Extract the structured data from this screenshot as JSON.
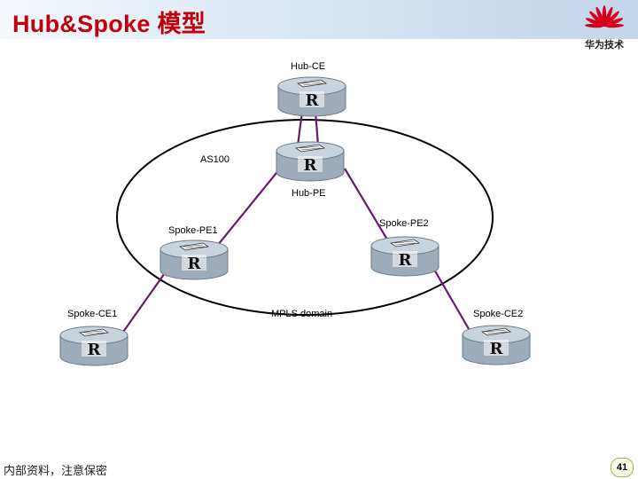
{
  "title": "Hub&Spoke 模型",
  "brand": {
    "logo_text": "华为技术",
    "logo_color": "#d6001c"
  },
  "colors": {
    "title": "#c0000c",
    "link": "#6a1a6e",
    "router_body": "#a9b5c2"
  },
  "diagram": {
    "nodes": [
      {
        "id": "hub-ce",
        "label": "Hub-CE",
        "router_mark": "R"
      },
      {
        "id": "hub-pe",
        "label": "Hub-PE",
        "router_mark": "R"
      },
      {
        "id": "spoke-pe1",
        "label": "Spoke-PE1",
        "router_mark": "R"
      },
      {
        "id": "spoke-pe2",
        "label": "Spoke-PE2",
        "router_mark": "R"
      },
      {
        "id": "spoke-ce1",
        "label": "Spoke-CE1",
        "router_mark": "R"
      },
      {
        "id": "spoke-ce2",
        "label": "Spoke-CE2",
        "router_mark": "R"
      }
    ],
    "links": [
      {
        "from": "hub-ce",
        "to": "hub-pe",
        "count": 2
      },
      {
        "from": "hub-pe",
        "to": "spoke-pe1"
      },
      {
        "from": "hub-pe",
        "to": "spoke-pe2"
      },
      {
        "from": "spoke-pe1",
        "to": "spoke-ce1"
      },
      {
        "from": "spoke-pe2",
        "to": "spoke-ce2"
      }
    ],
    "as_label": "AS100",
    "domain_label": "MPLS domain"
  },
  "footer": {
    "note": "内部资料，注意保密",
    "page_number": "41"
  }
}
